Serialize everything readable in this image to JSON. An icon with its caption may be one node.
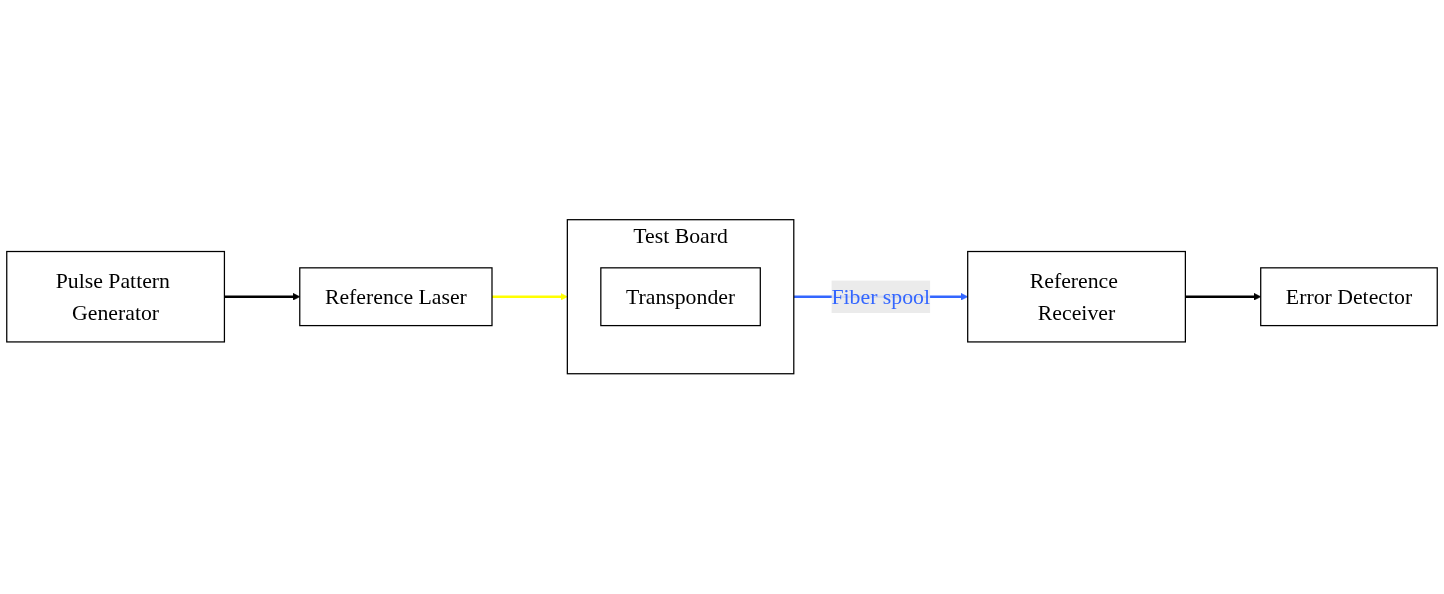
{
  "diagram": {
    "nodes": [
      {
        "text": [
          "Pulse Pattern Generator"
        ]
      },
      {
        "text": [
          "Reference Laser"
        ]
      },
      {
        "text": [
          "Test Board"
        ]
      },
      {
        "text": [
          "Transponder"
        ],
        "in": 2
      },
      {
        "text": [
          "Reference Receiver"
        ]
      },
      {
        "text": [
          "Error Detector"
        ]
      }
    ],
    "edges": [
      {
        "from": 0,
        "to": 1,
        "arrow": "to"
      },
      {
        "from": 1,
        "to": 2,
        "arrow": "to",
        "color": "#ffff00"
      },
      {
        "from": 2,
        "to": 4,
        "arrow": "to",
        "label": "Fiber spool",
        "color": "#3366ff"
      },
      {
        "from": 4,
        "to": 5,
        "arrow": "to"
      }
    ]
  }
}
